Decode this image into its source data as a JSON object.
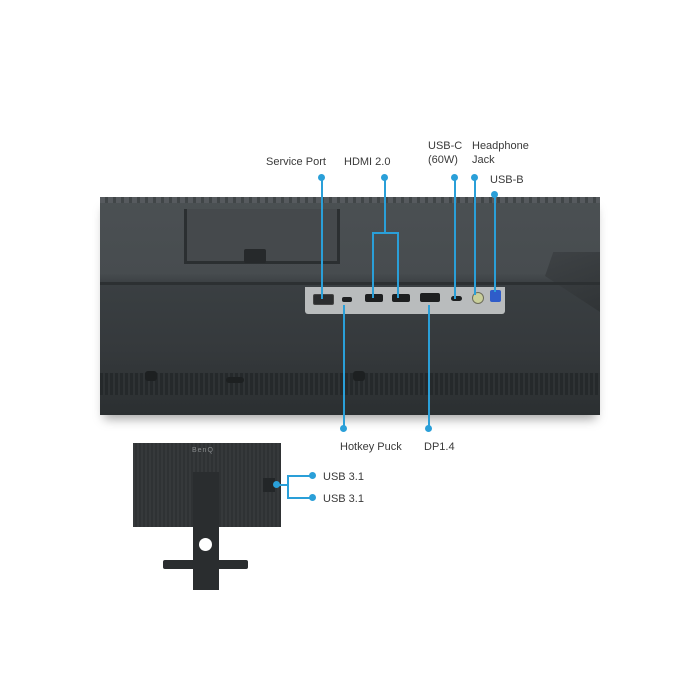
{
  "figure": {
    "title": "Monitor rear I/O ports diagram",
    "accent_color": "#2a9fd8",
    "labels": {
      "service_port": "Service Port",
      "hdmi": "HDMI 2.0",
      "usbc_line1": "USB-C",
      "usbc_line2": "(60W)",
      "headphone_line1": "Headphone",
      "headphone_line2": "Jack",
      "usbb": "USB-B",
      "hotkey": "Hotkey Puck",
      "dp": "DP1.4",
      "usb31_a": "USB 3.1",
      "usb31_b": "USB 3.1"
    },
    "brand_logo": "BenQ"
  }
}
